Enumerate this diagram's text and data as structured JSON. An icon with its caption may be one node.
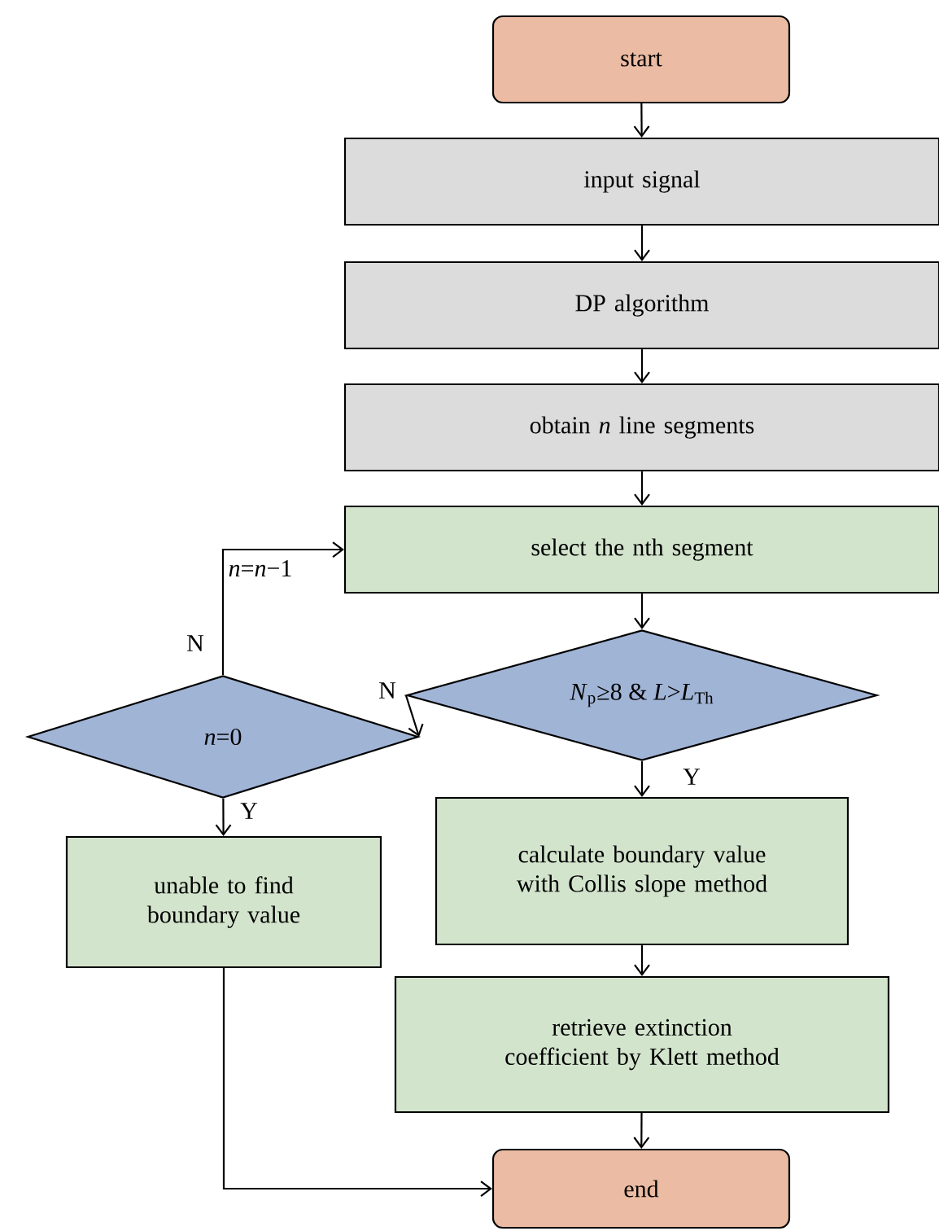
{
  "diagram": {
    "nodes": [
      {
        "text": [
          "start"
        ]
      },
      {
        "text": [
          "input signal"
        ]
      },
      {
        "text": [
          "DP algorithm"
        ]
      },
      {
        "text": [
          "obtain *n* line segments"
        ]
      },
      {
        "text": [
          "select the nth segment"
        ]
      },
      {
        "text": [
          "*N*$_{p}$≥8 & *L*>*L*$_{Th}$"
        ]
      },
      {
        "text": [
          "*n*=0"
        ]
      },
      {
        "text": [
          "unable to find boundary value"
        ]
      },
      {
        "text": [
          "calculate boundary value with Collis slope method"
        ]
      },
      {
        "text": [
          "retrieve extinction coefficient by Klett method"
        ]
      },
      {
        "text": [
          "end"
        ]
      }
    ],
    "edges": [
      {
        "from": 0,
        "to": 1,
        "arrow": "to"
      },
      {
        "from": 1,
        "to": 2,
        "arrow": "to"
      },
      {
        "from": 2,
        "to": 3,
        "arrow": "to"
      },
      {
        "from": 3,
        "to": 4,
        "arrow": "to"
      },
      {
        "from": 4,
        "to": 5,
        "arrow": "to"
      },
      {
        "from": 5,
        "to": 6,
        "arrow": "to",
        "label": "N"
      },
      {
        "from": 6,
        "to": 4,
        "arrow": "to",
        "label": "N"
      },
      {
        "from": 6,
        "to": 7,
        "arrow": "to",
        "label": "Y"
      },
      {
        "from": 5,
        "to": 8,
        "arrow": "to",
        "label": "Y"
      },
      {
        "from": 8,
        "to": 9,
        "arrow": "to"
      },
      {
        "from": 9,
        "to": 10,
        "arrow": "to"
      },
      {
        "from": 7,
        "to": 10,
        "arrow": "to"
      }
    ],
    "labels": [
      "*n*=*n*−1"
    ]
  }
}
